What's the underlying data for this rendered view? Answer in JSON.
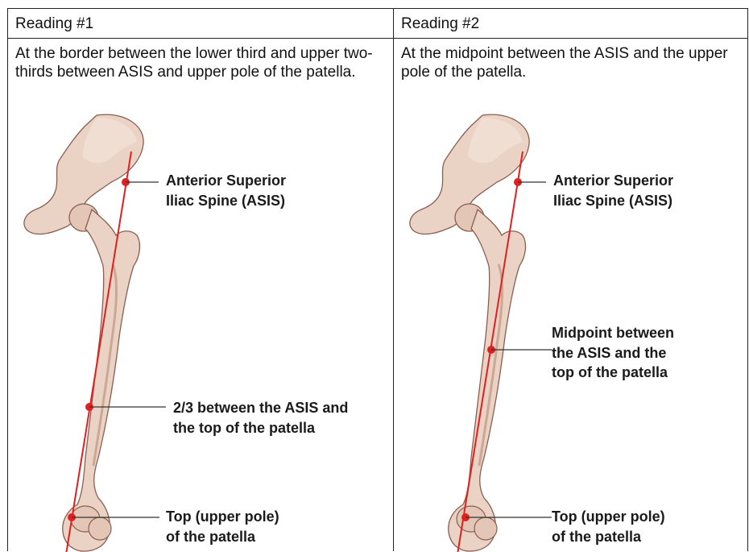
{
  "panels": [
    {
      "header": "Reading #1",
      "description": "At the border between the lower third and upper two-thirds between ASIS and upper pole of the patella.",
      "labels": {
        "asis": [
          "Anterior Superior",
          "Iliac Spine (ASIS)"
        ],
        "mark": [
          "2/3 between the ASIS and",
          "the top of the patella"
        ],
        "patella": [
          "Top (upper pole)",
          "of the patella"
        ]
      }
    },
    {
      "header": "Reading #2",
      "description": "At the midpoint between the ASIS and the upper pole of the patella.",
      "labels": {
        "asis": [
          "Anterior Superior",
          "Iliac Spine (ASIS)"
        ],
        "mark": [
          "Midpoint between",
          "the ASIS and the",
          "top of the patella"
        ],
        "patella": [
          "Top (upper pole)",
          "of the patella"
        ]
      }
    }
  ],
  "colors": {
    "line": "#e02020",
    "bone_fill": "#ead2c4",
    "bone_shade": "#b58a76",
    "bone_outline": "#8a5f50"
  }
}
